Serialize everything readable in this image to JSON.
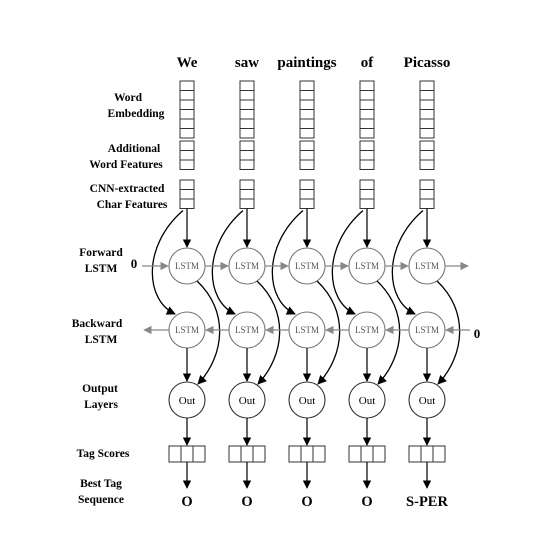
{
  "words": [
    "We",
    "saw",
    "paintings",
    "of",
    "Picasso"
  ],
  "row_labels": {
    "word_embedding": [
      "Word",
      "Embedding"
    ],
    "additional_features": [
      "Additional",
      "Word Features"
    ],
    "char_features": [
      "CNN-extracted",
      "Char Features"
    ],
    "forward_lstm": [
      "Forward",
      "LSTM"
    ],
    "backward_lstm": [
      "Backward",
      "LSTM"
    ],
    "output_layers": [
      "Output",
      "Layers"
    ],
    "tag_scores": [
      "Tag Scores"
    ],
    "best_tag_sequence": [
      "Best Tag",
      "Sequence"
    ]
  },
  "nodes": {
    "lstm_label": "LSTM",
    "out_label": "Out"
  },
  "initial_states": {
    "forward": "0",
    "backward": "0"
  },
  "tags": [
    "O",
    "O",
    "O",
    "O",
    "S-PER"
  ]
}
